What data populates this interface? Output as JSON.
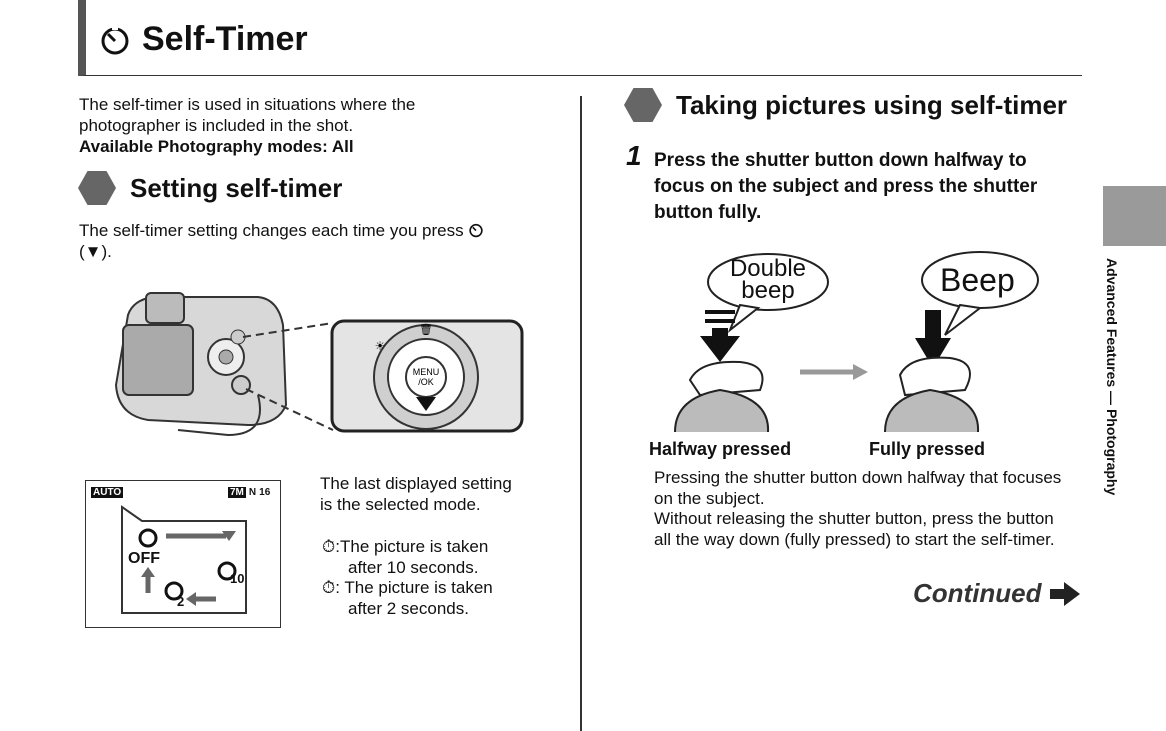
{
  "header": {
    "title": "Self-Timer",
    "timer_icon": "timer-icon"
  },
  "left": {
    "intro_line1": "The self-timer is used in situations where the",
    "intro_line2": "photographer is included in the shot.",
    "modes": "Available Photography modes: All",
    "section_title": "Setting self-timer",
    "setting_text_1": "The self-timer setting changes each time you press",
    "setting_text_2": "(▼).",
    "dpad_menu": "MENU\n/OK",
    "lcd": {
      "auto": "AUTO",
      "size": "7M",
      "quality": "N",
      "count": "16",
      "off": "OFF",
      "ten": "10",
      "two": "2"
    },
    "last_setting_1": "The last displayed setting",
    "last_setting_2": "is the selected mode.",
    "ten_1": ":The picture is taken",
    "ten_2": "after 10 seconds.",
    "two_1": ": The picture is taken",
    "two_2": "after 2 seconds."
  },
  "right": {
    "section_title": "Taking pictures using self-timer",
    "step_number": "1",
    "step_1": "Press the shutter button down halfway to",
    "step_2": "focus on the subject and press the shutter",
    "step_3": "button fully.",
    "bubble_left_1": "Double",
    "bubble_left_2": "beep",
    "bubble_right": "Beep",
    "caption_half": "Halfway pressed",
    "caption_full": "Fully pressed",
    "desc_1": "Pressing the shutter button down halfway that focuses",
    "desc_2": "on the subject.",
    "desc_3": "Without releasing the shutter button, press the button",
    "desc_4": "all the way down (fully pressed) to start the self-timer.",
    "continued": "Continued"
  },
  "side_tab": {
    "label": "Advanced Features — Photography"
  }
}
